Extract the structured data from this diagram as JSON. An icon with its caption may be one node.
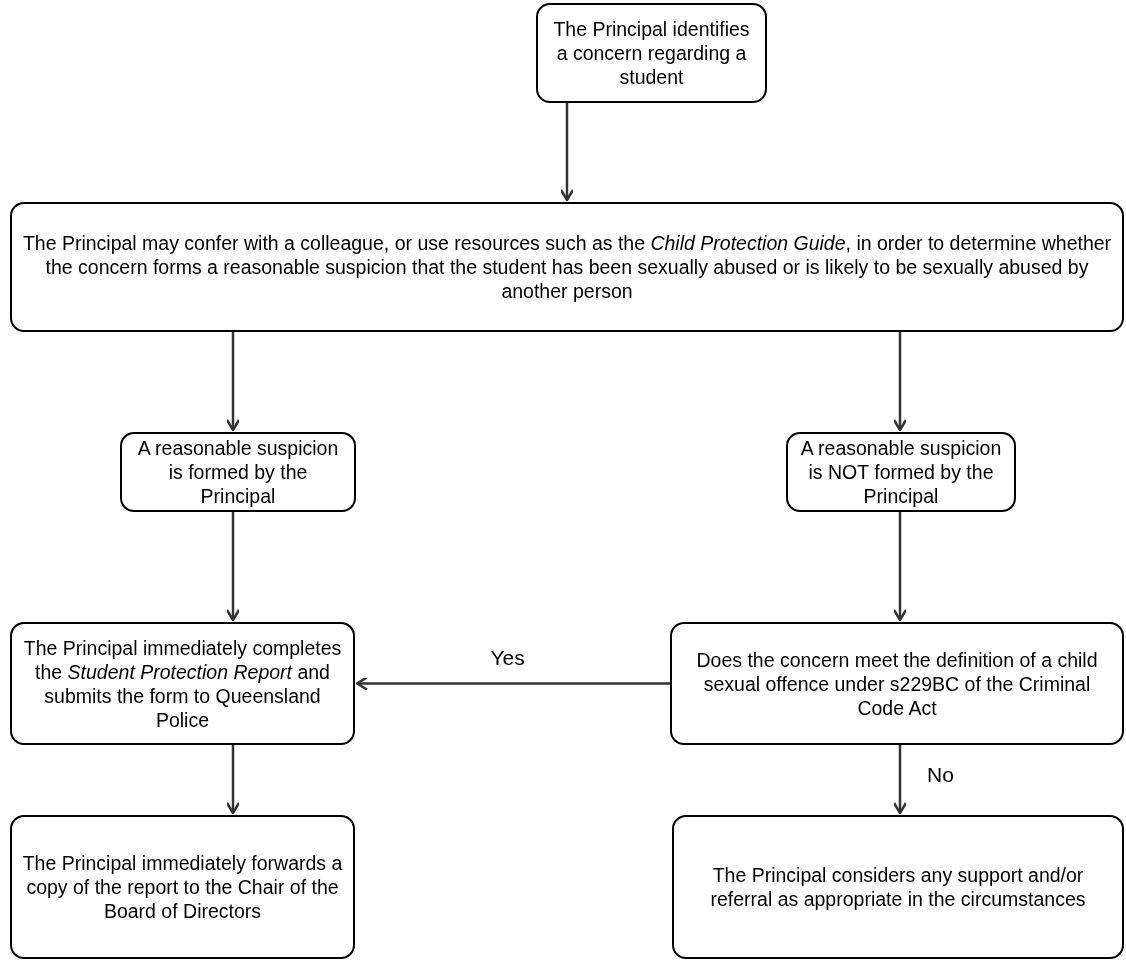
{
  "diagram": {
    "nodes": [
      {
        "text": [
          "The Principal identifies a concern regarding a student"
        ]
      },
      {
        "text": [
          "The Principal may confer with a colleague, or use resources such as the *Child Protection Guide*, in order to determine whether the concern forms a reasonable suspicion that the student has been sexually abused or is likely to be sexually abused by another person"
        ]
      },
      {
        "text": [
          "A reasonable suspicion is formed by the Principal"
        ]
      },
      {
        "text": [
          "A reasonable suspicion is NOT formed by the Principal"
        ]
      },
      {
        "text": [
          "The Principal immediately completes the *Student Protection Report* and submits the form to Queensland Police"
        ]
      },
      {
        "text": [
          "Does the concern meet the definition of a child sexual offence under s229BC of the Criminal Code Act"
        ]
      },
      {
        "text": [
          "The Principal immediately forwards a copy of the report to the Chair of the Board of Directors"
        ]
      },
      {
        "text": [
          "The Principal considers any support and/or referral as appropriate in the circumstances"
        ]
      }
    ],
    "edges": [
      {
        "from": 0,
        "to": 1,
        "arrow": "to"
      },
      {
        "from": 1,
        "to": 2,
        "arrow": "to"
      },
      {
        "from": 1,
        "to": 3,
        "arrow": "to"
      },
      {
        "from": 2,
        "to": 4,
        "arrow": "to"
      },
      {
        "from": 3,
        "to": 5,
        "arrow": "to"
      },
      {
        "from": 5,
        "to": 4,
        "arrow": "to",
        "label": "Yes"
      },
      {
        "from": 4,
        "to": 6,
        "arrow": "to"
      },
      {
        "from": 5,
        "to": 7,
        "arrow": "to",
        "label": "No"
      }
    ]
  }
}
